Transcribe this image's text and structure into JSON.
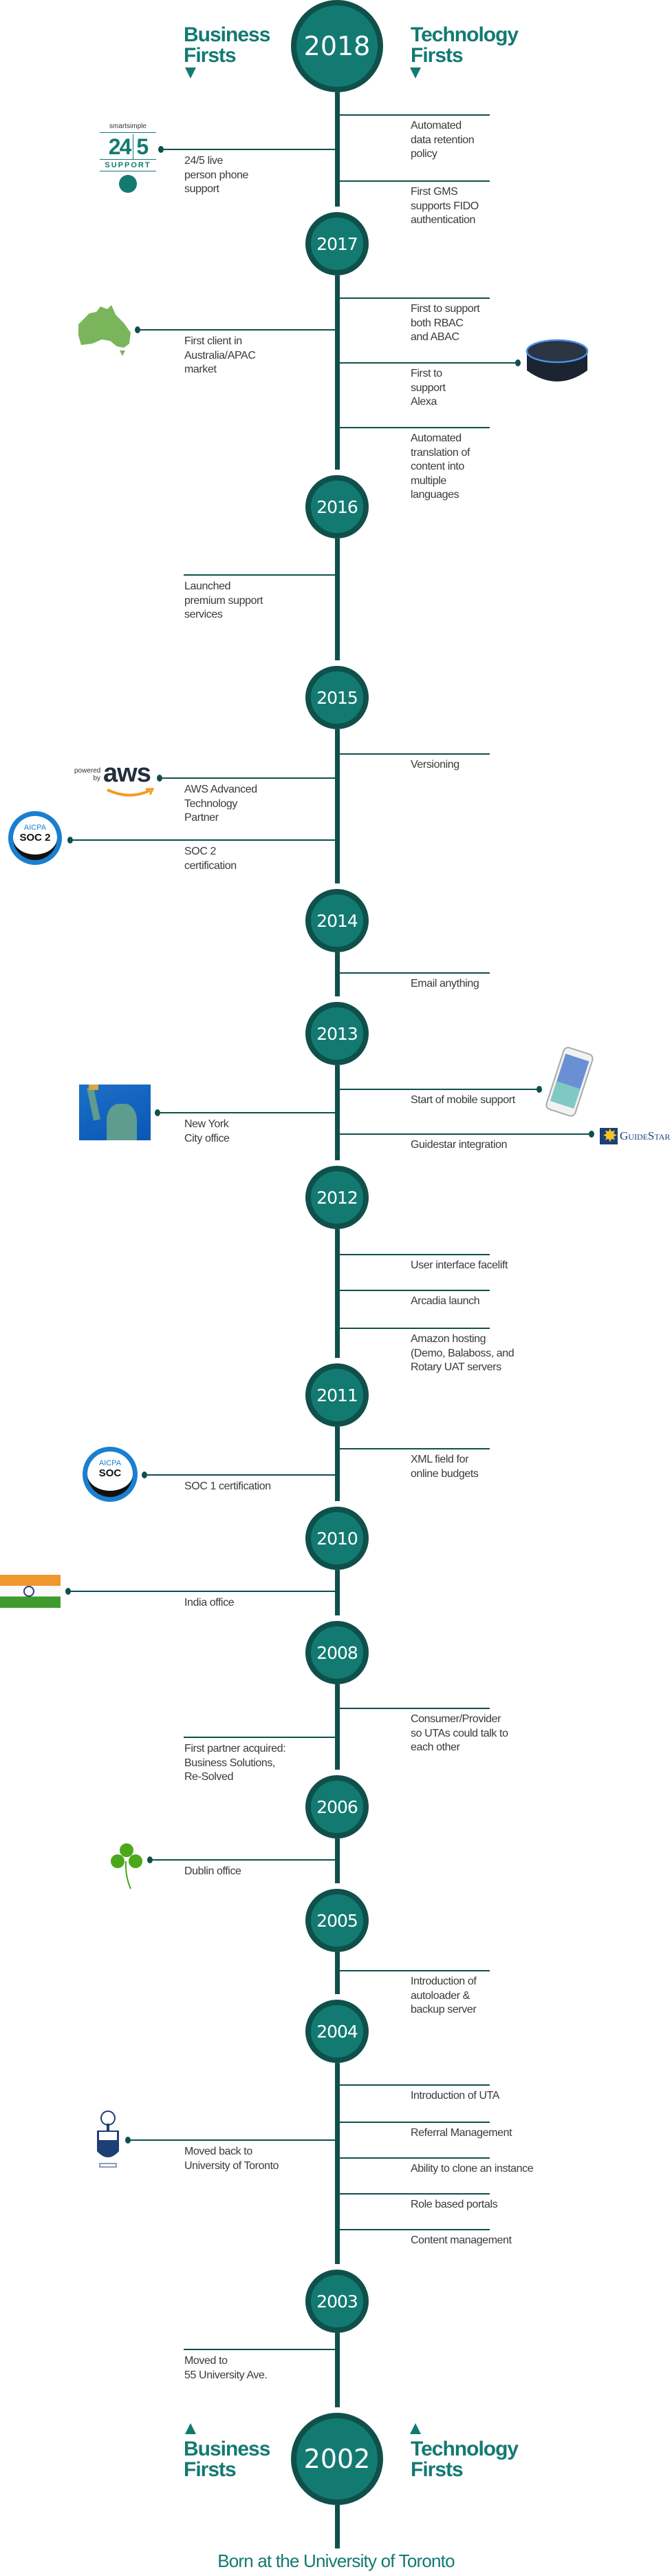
{
  "header": {
    "business": "Business\nFirsts",
    "technology": "Technology\nFirsts"
  },
  "years": [
    "2018",
    "2017",
    "2016",
    "2015",
    "2014",
    "2013",
    "2012",
    "2011",
    "2010",
    "2008",
    "2006",
    "2005",
    "2004",
    "2003",
    "2002"
  ],
  "business_events": [
    {
      "text": "24/5 live\nperson phone\nsupport",
      "icon": "smartsimple-24-5-support-logo"
    },
    {
      "text": "First client in\nAustralia/APAC\nmarket",
      "icon": "australia-map-icon"
    },
    {
      "text": "Launched\npremium support\nservices"
    },
    {
      "text": "AWS Advanced\nTechnology\nPartner",
      "icon": "aws-logo"
    },
    {
      "text": "SOC 2\ncertification",
      "icon": "aicpa-soc2-badge"
    },
    {
      "text": "New York\nCity office",
      "icon": "statue-of-liberty-image"
    },
    {
      "text": "SOC 1 certification",
      "icon": "aicpa-soc-badge"
    },
    {
      "text": "India office",
      "icon": "india-flag-image"
    },
    {
      "text": "First partner acquired:\nBusiness Solutions,\nRe-Solved"
    },
    {
      "text": "Dublin office",
      "icon": "shamrock-icon"
    },
    {
      "text": "Moved back to\nUniversity of Toronto",
      "icon": "university-of-toronto-crest"
    },
    {
      "text": "Moved to\n55 University Ave."
    }
  ],
  "technology_events": [
    {
      "text": "Automated\ndata retention\npolicy"
    },
    {
      "text": "First GMS\nsupports FIDO\nauthentication"
    },
    {
      "text": "First to support\nboth RBAC\nand ABAC"
    },
    {
      "text": "First to\nsupport\nAlexa",
      "icon": "amazon-echo-dot-image"
    },
    {
      "text": "Automated\ntranslation of\ncontent into\nmultiple\nlanguages"
    },
    {
      "text": "Versioning"
    },
    {
      "text": "Email anything"
    },
    {
      "text": "Start of mobile support",
      "icon": "smartphone-image"
    },
    {
      "text": "Guidestar integration",
      "icon": "guidestar-logo"
    },
    {
      "text": "User interface facelift"
    },
    {
      "text": "Arcadia launch"
    },
    {
      "text": "Amazon hosting\n(Demo, Balaboss, and\nRotary UAT servers"
    },
    {
      "text": "XML field for\nonline budgets"
    },
    {
      "text": "Consumer/Provider\nso UTAs could talk to\neach other"
    },
    {
      "text": "Introduction of\nautoloader &\nbackup server"
    },
    {
      "text": "Introduction of UTA"
    },
    {
      "text": "Referral Management"
    },
    {
      "text": "Ability to clone an instance"
    },
    {
      "text": "Role based portals"
    },
    {
      "text": "Content management"
    }
  ],
  "logos": {
    "smartsimple": "smartsimple",
    "support_24": "24",
    "support_5": "5",
    "support_word": "SUPPORT",
    "aws_powered": "powered\nby",
    "aws": "aws",
    "aicpa": "AICPA",
    "soc2": "SOC 2",
    "soc": "SOC",
    "guidestar": "GuideStar"
  },
  "footer": "Born at the University of Toronto",
  "colors": {
    "teal": "#137a72",
    "dark_teal": "#0f504b",
    "text": "#3a3a3a"
  }
}
